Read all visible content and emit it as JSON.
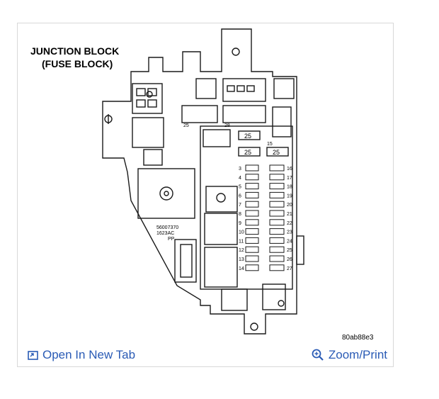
{
  "diagram": {
    "title_line1": "JUNCTION BLOCK",
    "title_line2": "(FUSE BLOCK)",
    "part_line1": "56007370",
    "part_line2": "1623AC",
    "part_line3": "PP",
    "image_code": "80ab88e3",
    "fuse_25a": "25",
    "fuse_25b": "25",
    "fuse_25c": "25",
    "label_15": "15",
    "label_25": "25",
    "label_28": "28",
    "fuses_left": [
      "3",
      "4",
      "5",
      "6",
      "7",
      "8",
      "9",
      "10",
      "11",
      "12",
      "13",
      "14"
    ],
    "fuses_right": [
      "16",
      "17",
      "18",
      "19",
      "20",
      "21",
      "22",
      "23",
      "24",
      "25",
      "26",
      "27"
    ]
  },
  "toolbar": {
    "open_label": "Open In New Tab",
    "zoom_label": "Zoom/Print"
  },
  "colors": {
    "link": "#2a5bb5",
    "line": "#1a1a1a"
  }
}
